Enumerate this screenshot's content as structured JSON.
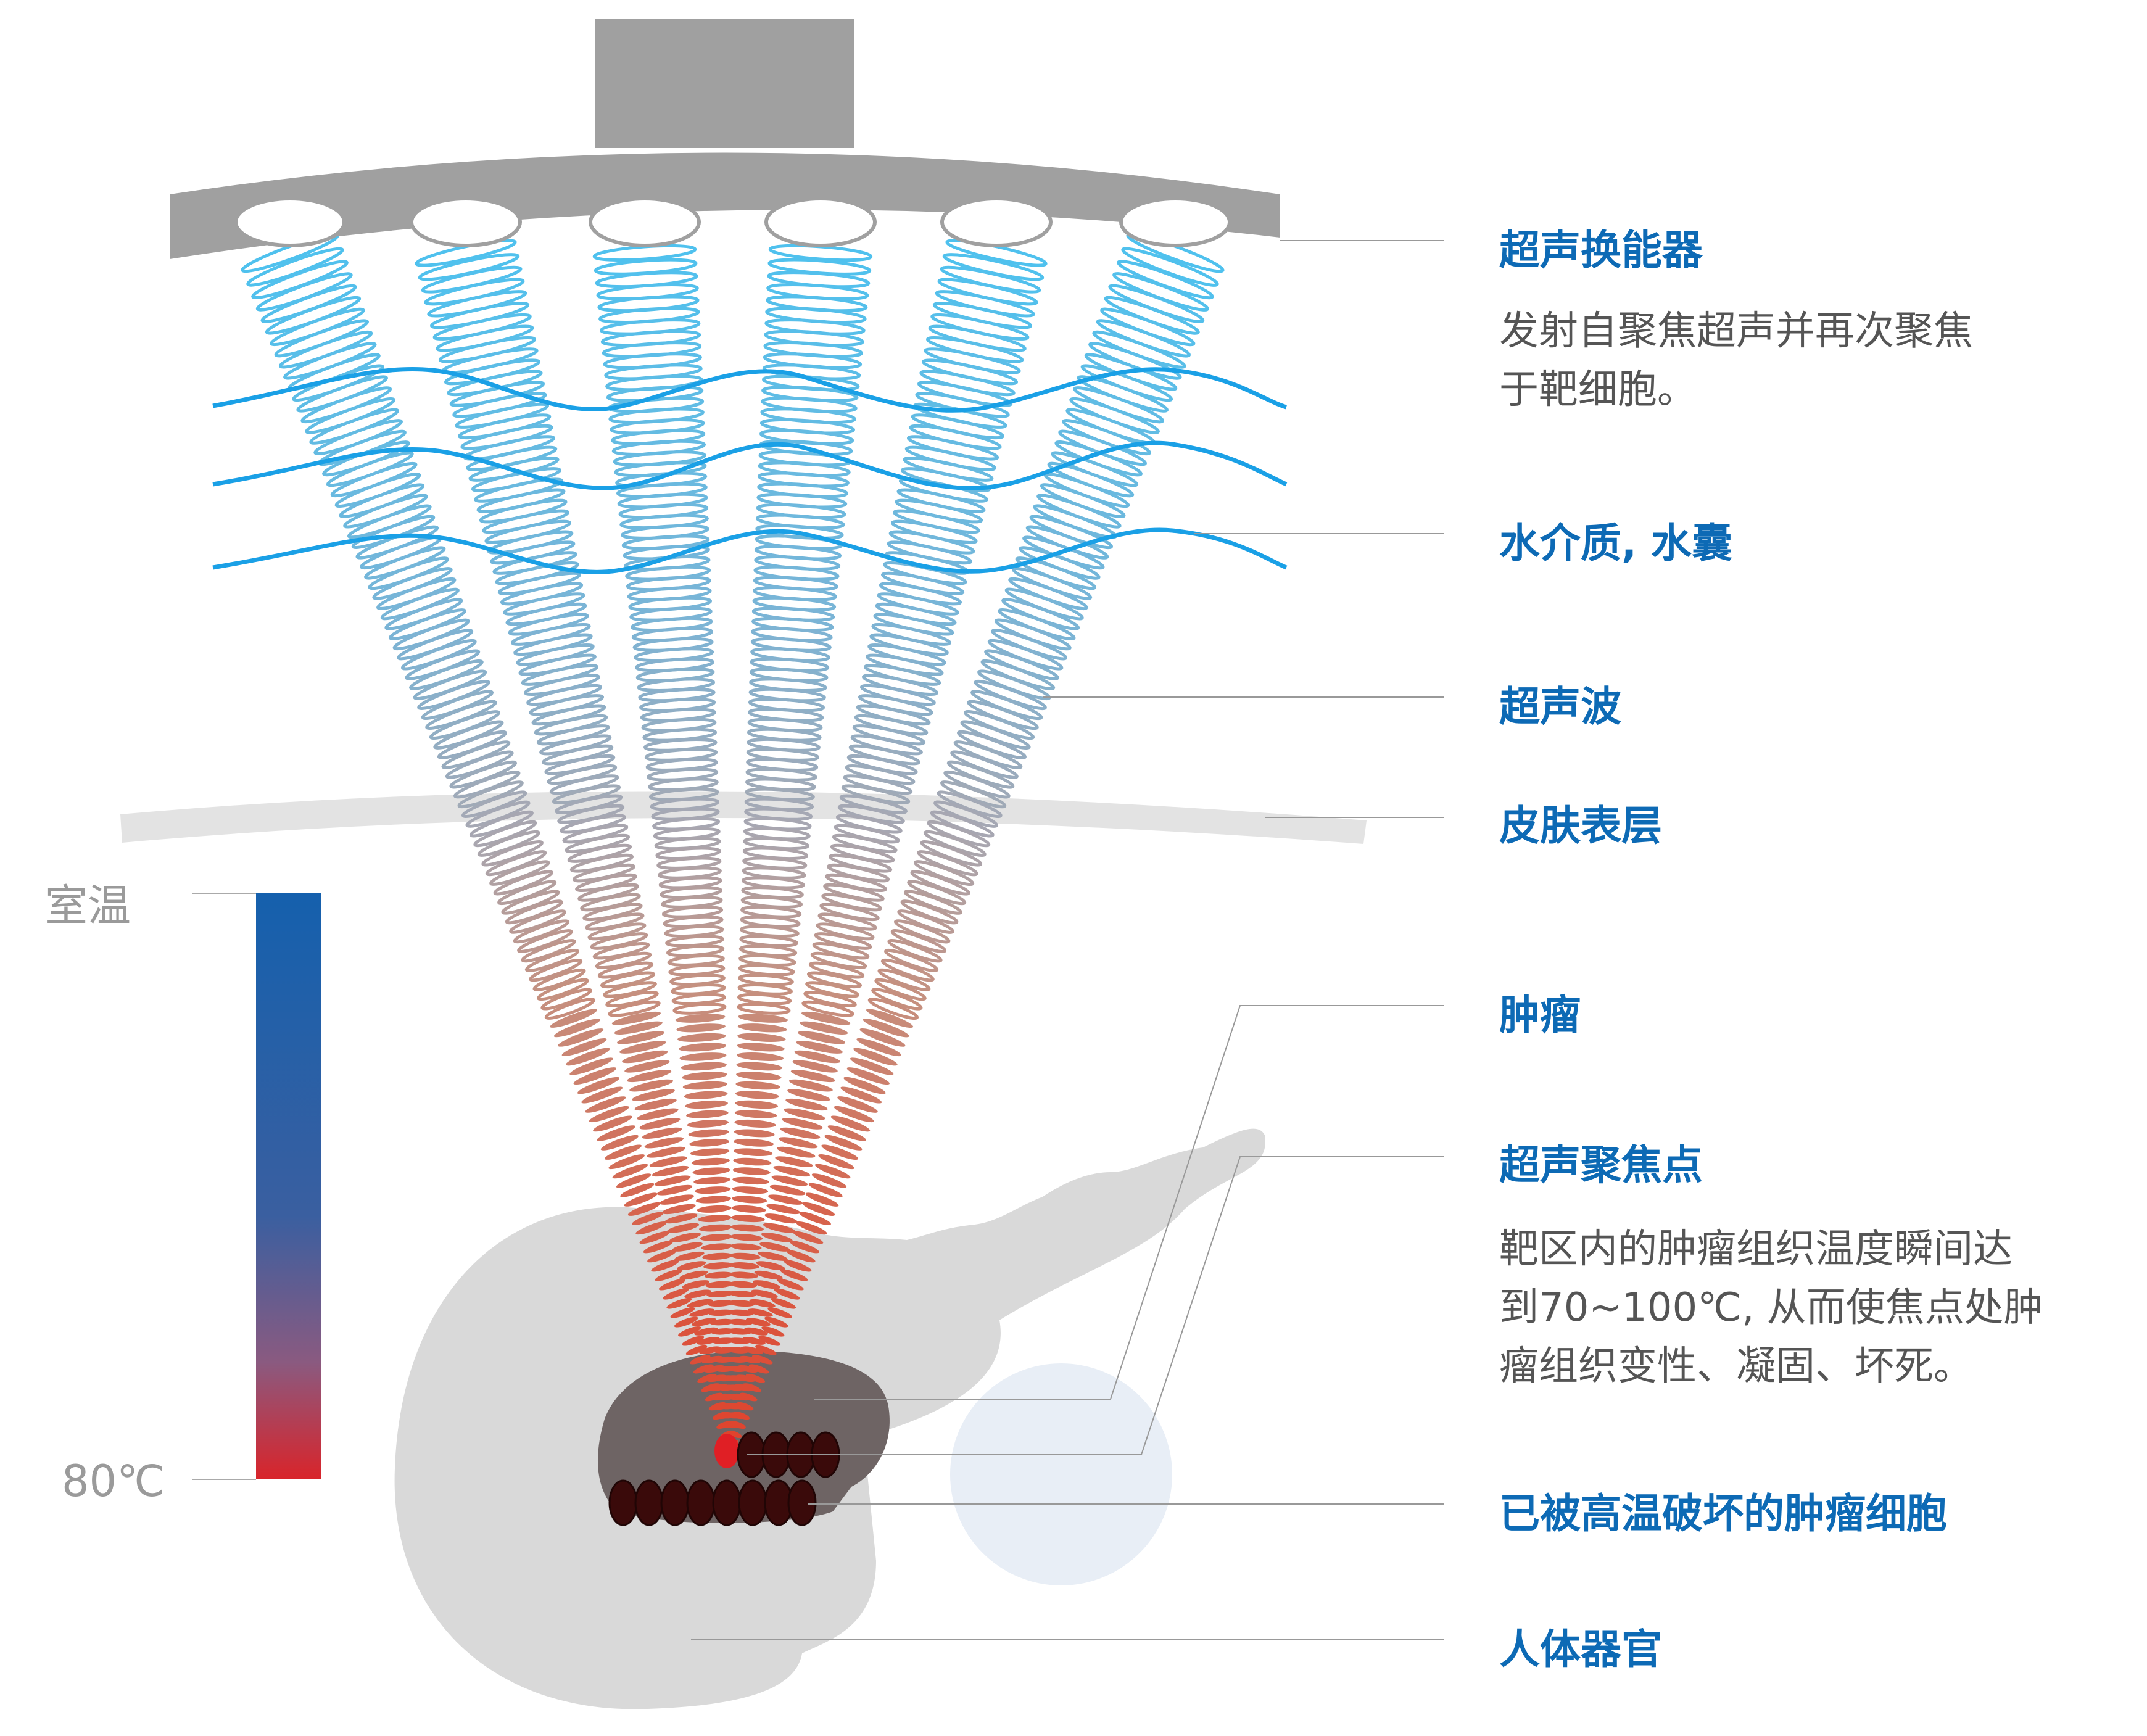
{
  "colors": {
    "transducer": "#a0a0a0",
    "water": "#1aa0e6",
    "skin": "#e3e3e3",
    "organ": "#d9d9d9",
    "tumor": "#6e6464",
    "destroyed_cells": "#3a0a0a",
    "label_blue": "#0d6ab5",
    "beam_top": "#4fc1ee",
    "beam_bottom": "#e04a30",
    "scale_top": "#1560ad",
    "scale_bottom": "#d9242a"
  },
  "labels": {
    "transducer": "超声换能器",
    "transducer_desc_1": "发射自聚焦超声并再次聚焦",
    "transducer_desc_2": "于靶细胞。",
    "water": "水介质, 水囊",
    "wave": "超声波",
    "skin": "皮肤表层",
    "tumor": "肿瘤",
    "focus": "超声聚焦点",
    "focus_desc_1": "靶区内的肿瘤组织温度瞬间达",
    "focus_desc_2": "到70~100℃, 从而使焦点处肿",
    "focus_desc_3": "瘤组织变性、凝固、坏死。",
    "destroyed": "已被高温破坏的肿瘤细胞",
    "organ": "人体器官"
  },
  "scale": {
    "top_label": "室温",
    "bottom_label": "80℃"
  }
}
